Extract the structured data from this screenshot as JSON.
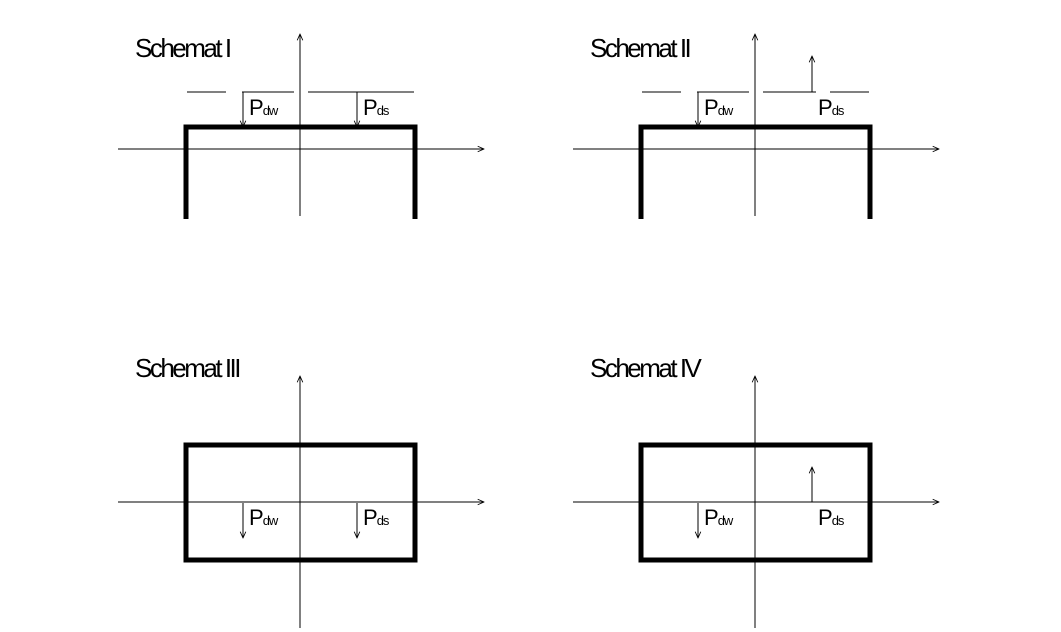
{
  "colors": {
    "stroke": "#000000",
    "background": "#ffffff"
  },
  "panels": [
    {
      "id": "schemat-1",
      "title": "Schemat I",
      "load_dw": {
        "letter": "P",
        "sub": "dw",
        "direction": "down"
      },
      "load_ds": {
        "letter": "P",
        "sub": "ds",
        "direction": "down"
      }
    },
    {
      "id": "schemat-2",
      "title": "Schemat II",
      "load_dw": {
        "letter": "P",
        "sub": "dw",
        "direction": "down"
      },
      "load_ds": {
        "letter": "P",
        "sub": "ds",
        "direction": "up"
      }
    },
    {
      "id": "schemat-3",
      "title": "Schemat III",
      "load_dw": {
        "letter": "P",
        "sub": "dw",
        "direction": "down"
      },
      "load_ds": {
        "letter": "P",
        "sub": "ds",
        "direction": "down"
      }
    },
    {
      "id": "schemat-4",
      "title": "Schemat IV",
      "load_dw": {
        "letter": "P",
        "sub": "dw",
        "direction": "down"
      },
      "load_ds": {
        "letter": "P",
        "sub": "ds",
        "direction": "up"
      }
    }
  ]
}
